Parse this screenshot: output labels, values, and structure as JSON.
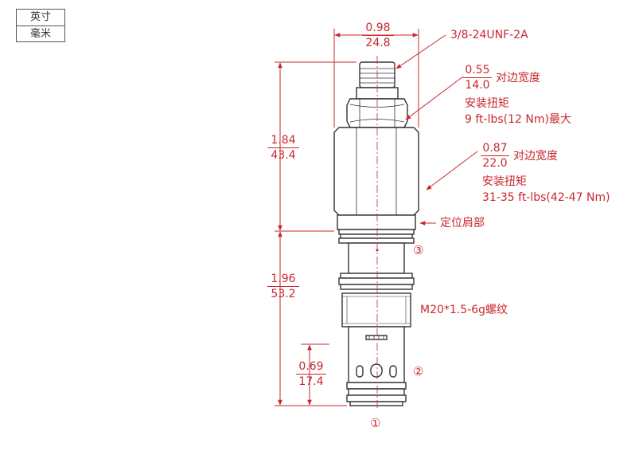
{
  "unit_toggle": {
    "inch": "英寸",
    "mm": "毫米"
  },
  "dims": {
    "width": {
      "in": "0.98",
      "mm": "24.8"
    },
    "thread": "3/8-24UNF-2A",
    "hex_small": {
      "in": "0.55",
      "mm": "14.0",
      "title": "对边宽度",
      "torque_title": "安装扭矩",
      "torque": "9 ft-lbs(12 Nm)最大"
    },
    "hex_large": {
      "in": "0.87",
      "mm": "22.0",
      "title": "对边宽度",
      "torque_title": "安装扭矩",
      "torque": "31-35 ft-lbs(42-47 Nm)"
    },
    "upper_len": {
      "in": "1.84",
      "mm": "43.4"
    },
    "lower_len": {
      "in": "1.96",
      "mm": "53.2"
    },
    "tip_len": {
      "in": "0.69",
      "mm": "17.4"
    },
    "locating_shoulder": "定位肩部",
    "body_thread": "M20*1.5-6g螺纹"
  },
  "ports": {
    "p1": "①",
    "p2": "②",
    "p3": "③"
  },
  "colors": {
    "dimension": "#c8282d",
    "outline": "#333333"
  }
}
